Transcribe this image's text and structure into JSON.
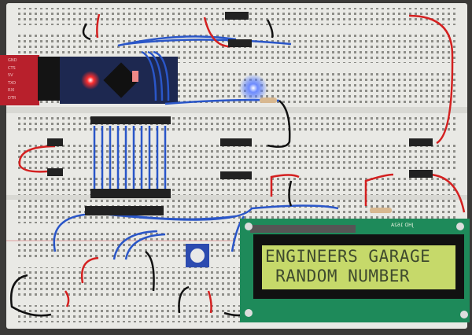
{
  "lcd": {
    "line1": "ENGINEERS GARAGE",
    "line2": " RANDOM NUMBER",
    "model_marking": "JHD 162A",
    "backlight_color": "#c6d96a"
  },
  "ftdi_adapter": {
    "pins": [
      "GND",
      "CTS",
      "5V",
      "TXO",
      "RXI",
      "DTR"
    ],
    "color": "#b8202c"
  },
  "microcontroller": {
    "board_color": "#1d2850",
    "power_led_color": "#ff2a2a"
  },
  "status_led": {
    "color": "#3b6cff",
    "state": "on"
  },
  "wire_colors": {
    "signal": "#2a56c8",
    "power": "#d42020",
    "ground": "#111111"
  },
  "breadboard_color": "#e9e9e5"
}
